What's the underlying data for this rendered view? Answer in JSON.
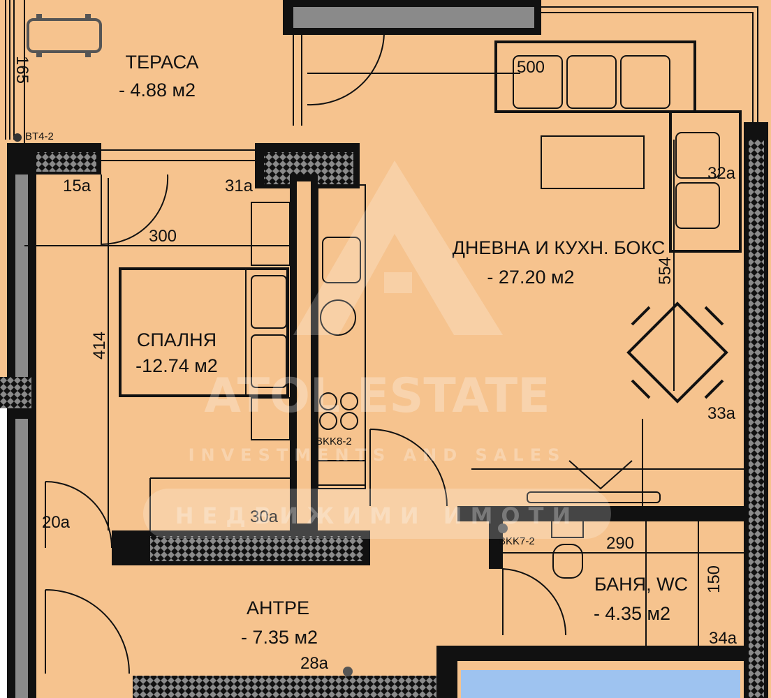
{
  "plan": {
    "fill_color": "#f6c38e",
    "wall_color": "#111111",
    "hatch_color": "#8a8a8a",
    "bathroom_tile_color": "#9ec3f0",
    "rooms": [
      {
        "name": "ТЕРАСА",
        "area": "- 4.88 м2"
      },
      {
        "name": "СПАЛНЯ",
        "area": "-12.74 м2"
      },
      {
        "name": "ДНЕВНА И КУХН. БОКС",
        "area": "- 27.20 м2"
      },
      {
        "name": "АНТРЕ",
        "area": "- 7.35 м2"
      },
      {
        "name": "БАНЯ, WC",
        "area": "-  4.35 м2"
      }
    ],
    "dimensions": [
      "165",
      "300",
      "414",
      "500",
      "554",
      "290",
      "150"
    ],
    "openings": [
      "15а",
      "31а",
      "32а",
      "33а",
      "34а",
      "20а",
      "30а",
      "28а"
    ],
    "codes": [
      "BT4-2",
      "BKK8-2",
      "BKK7-2"
    ]
  },
  "watermark": {
    "brand": "ATOL ESTATE",
    "tagline": "INVESTMENTS AND SALES",
    "subline": "НЕДВИЖИМИ ИМОТИ"
  }
}
